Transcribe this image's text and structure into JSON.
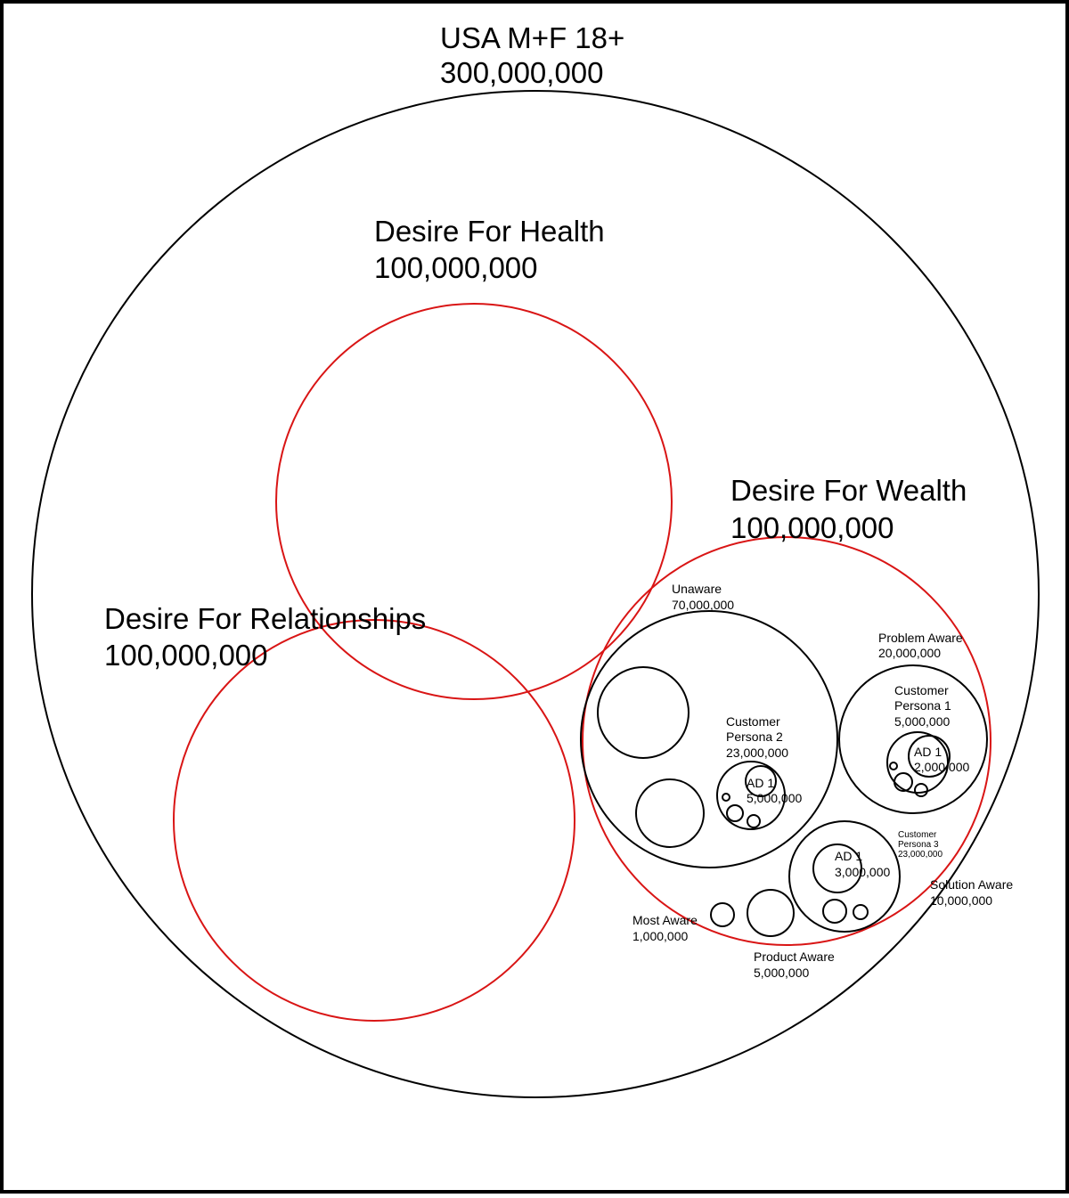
{
  "colors": {
    "black_stroke": "#000000",
    "red_stroke": "#d91515",
    "background": "#ffffff"
  },
  "total": {
    "label": "USA M+F 18+",
    "value": "300,000,000"
  },
  "health": {
    "label": "Desire For Health",
    "value": "100,000,000"
  },
  "wealth": {
    "label": "Desire For Wealth",
    "value": "100,000,000"
  },
  "relationships": {
    "label": "Desire For Relationships",
    "value": "100,000,000"
  },
  "unaware": {
    "label": "Unaware",
    "value": "70,000,000"
  },
  "persona2": {
    "label_1": "Customer",
    "label_2": "Persona 2",
    "value": "23,000,000"
  },
  "persona2_ad": {
    "label": "AD 1",
    "value": "5,000,000"
  },
  "problem_aware": {
    "label": "Problem Aware",
    "value": "20,000,000"
  },
  "persona1": {
    "label_1": "Customer",
    "label_2": "Persona 1",
    "value": "5,000,000"
  },
  "persona1_ad": {
    "label": "AD 1",
    "value": "2,000,000"
  },
  "persona3": {
    "label_1": "Customer",
    "label_2": "Persona 3",
    "value": "23,000,000"
  },
  "persona3_ad": {
    "label": "AD 1",
    "value": "3,000,000"
  },
  "solution_aware": {
    "label": "Solution Aware",
    "value": "10,000,000"
  },
  "most_aware": {
    "label": "Most Aware",
    "value": "1,000,000"
  },
  "product_aware": {
    "label": "Product Aware",
    "value": "5,000,000"
  }
}
